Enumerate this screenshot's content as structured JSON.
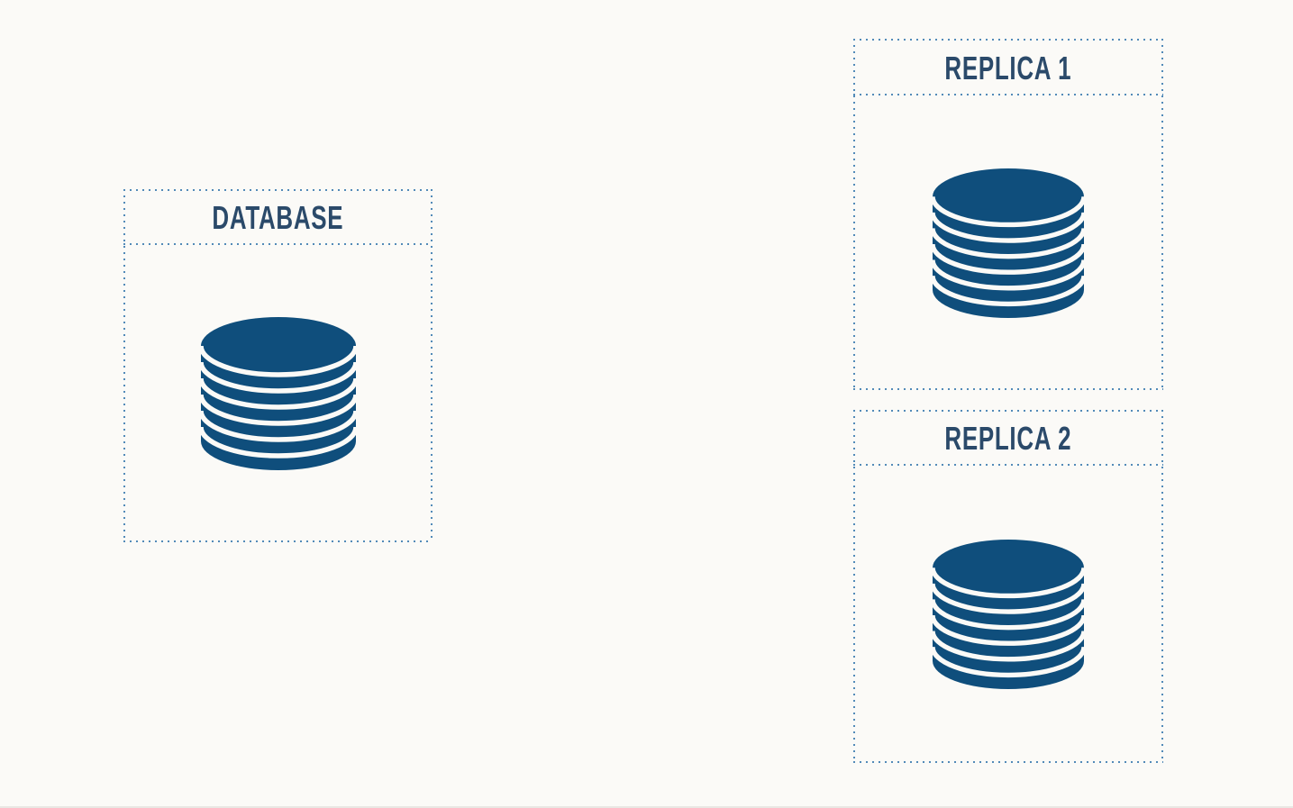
{
  "colors": {
    "background": "#fbfaf7",
    "icon_fill": "#0f4e7c",
    "title_text": "#2b4a6a",
    "border_dot": "#528ab8"
  },
  "panels": [
    {
      "id": "database",
      "title": "DATABASE",
      "icon": "database-icon"
    },
    {
      "id": "replica-1",
      "title": "REPLICA 1",
      "icon": "database-icon"
    },
    {
      "id": "replica-2",
      "title": "REPLICA 2",
      "icon": "database-icon"
    }
  ]
}
